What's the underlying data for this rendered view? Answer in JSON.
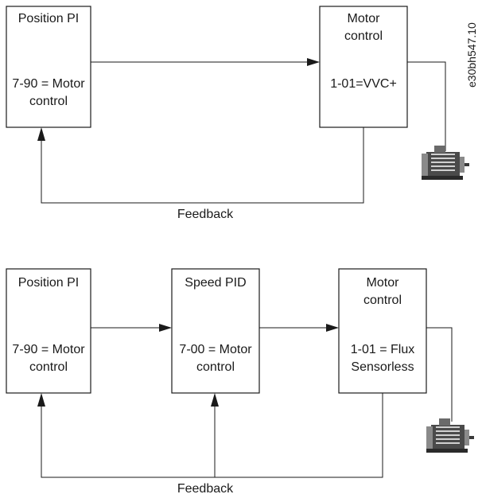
{
  "figure_id": "e30bh547.10",
  "diagram1": {
    "position_pi": {
      "title": "Position PI",
      "param_line1": "7-90 = Motor",
      "param_line2": "control"
    },
    "motor_control": {
      "title_line1": "Motor",
      "title_line2": "control",
      "param": "1-01=VVC+"
    },
    "feedback": "Feedback",
    "motor_icon": "electric-motor-icon"
  },
  "diagram2": {
    "position_pi": {
      "title": "Position PI",
      "param_line1": "7-90 = Motor",
      "param_line2": "control"
    },
    "speed_pid": {
      "title": "Speed PID",
      "param_line1": "7-00 = Motor",
      "param_line2": "control"
    },
    "motor_control": {
      "title_line1": "Motor",
      "title_line2": "control",
      "param_line1": "1-01 = Flux",
      "param_line2": "Sensorless"
    },
    "feedback": "Feedback",
    "motor_icon": "electric-motor-icon"
  }
}
